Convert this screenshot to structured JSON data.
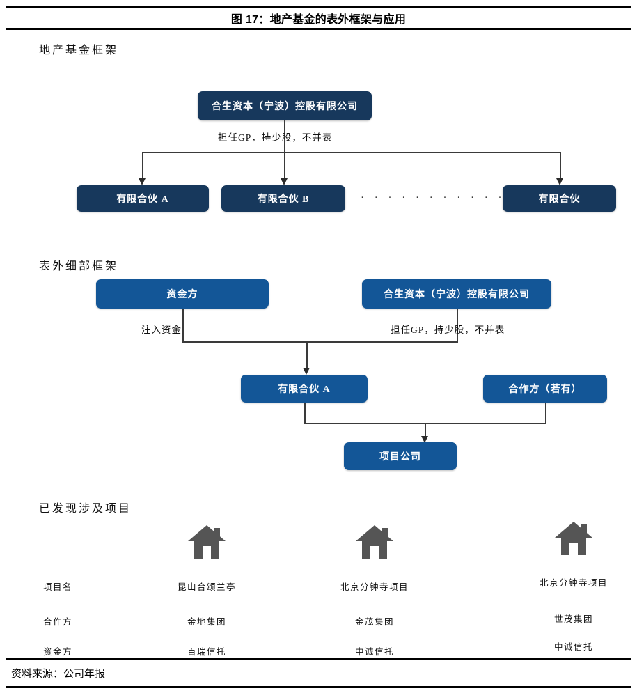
{
  "figure": {
    "title": "图 17：地产基金的表外框架与应用",
    "source": "资料来源：公司年报"
  },
  "sections": {
    "one": "地产基金框架",
    "two": "表外细部框架",
    "three": "已发现涉及项目"
  },
  "diagram1": {
    "parent": "合生资本（宁波）控股有限公司",
    "edge_label": "担任GP，持少股，不并表",
    "children": [
      "有限合伙 A",
      "有限合伙 B",
      "有限合伙"
    ],
    "ellipsis": "· · · · · · · · · · · · · · · ·",
    "box_color": "#17385c"
  },
  "diagram2": {
    "left_parent": "资金方",
    "right_parent": "合生资本（宁波）控股有限公司",
    "left_edge_label": "注入资金",
    "right_edge_label": "担任GP，持少股，不并表",
    "middle": "有限合伙 A",
    "partner": "合作方（若有）",
    "bottom": "项目公司",
    "box_color": "#135697"
  },
  "projects": {
    "icon": "house-icon",
    "icon_color": "#555555",
    "row_labels": [
      "项目名",
      "合作方",
      "资金方"
    ],
    "columns": [
      {
        "project_name": "昆山合颂兰亭",
        "partner": "金地集团",
        "funder": "百瑞信托"
      },
      {
        "project_name": "北京分钟寺项目",
        "partner": "金茂集团",
        "funder": "中诚信托"
      },
      {
        "project_name": "北京分钟寺项目",
        "partner": "世茂集团",
        "funder": "中诚信托"
      }
    ]
  }
}
